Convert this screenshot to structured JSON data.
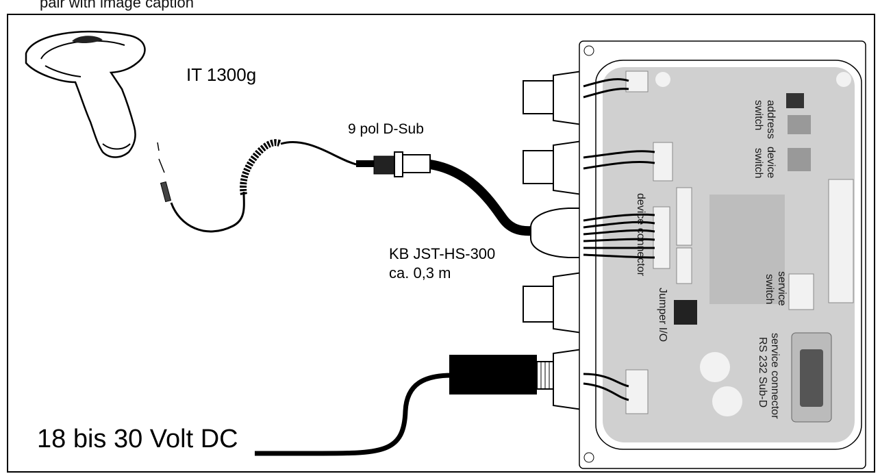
{
  "header": {
    "partial_caption": "pair with image caption"
  },
  "labels": {
    "scanner_model": "IT 1300g",
    "connector": "9 pol D-Sub",
    "cable_name": "KB JST-HS-300",
    "cable_length": "ca. 0,3 m",
    "power_supply": "18 bis 30 Volt DC"
  },
  "board_labels": {
    "address_switch_1": "address",
    "address_switch_2": "switch",
    "device_switch_1": "device",
    "device_switch_2": "switch",
    "device_connector": "device connector",
    "jumper": "Jumper I/O",
    "service_switch_1": "service",
    "service_switch_2": "switch",
    "service_connector_1": "service connector",
    "service_connector_2": "RS 232 Sub-D"
  },
  "colors": {
    "board": "#d0d0d0",
    "cable": "#000000",
    "outline": "#000000"
  },
  "icons": [
    "barcode-scanner-icon",
    "coiled-cable-icon",
    "dsub-connector-icon",
    "power-plug-icon",
    "pcb-board-icon"
  ]
}
